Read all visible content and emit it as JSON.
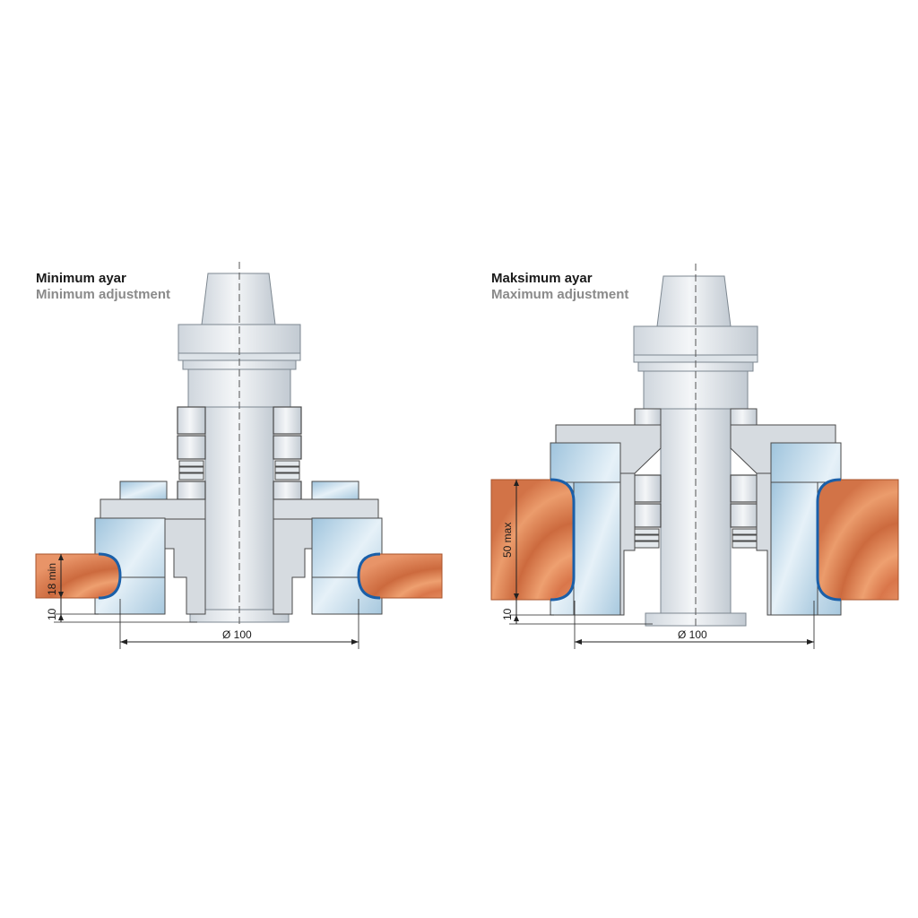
{
  "panels": {
    "left": {
      "title": "Minimum ayar",
      "subtitle": "Minimum adjustment",
      "dim_thickness": "18 min",
      "dim_offset": "10",
      "dim_diameter": "Ø 100"
    },
    "right": {
      "title": "Maksimum ayar",
      "subtitle": "Maximum adjustment",
      "dim_thickness": "50 max",
      "dim_offset": "10",
      "dim_diameter": "Ø 100"
    }
  },
  "colors": {
    "steel_light": "#e8edf2",
    "steel_mid": "#c9d1d9",
    "steel_dark": "#9aa4ae",
    "cutter_blue": "#b9d6e8",
    "profile_edge": "#1a5fa8",
    "wood": "#e0875a",
    "wood_dark": "#c96a3f",
    "outline": "#4a4a4a"
  }
}
